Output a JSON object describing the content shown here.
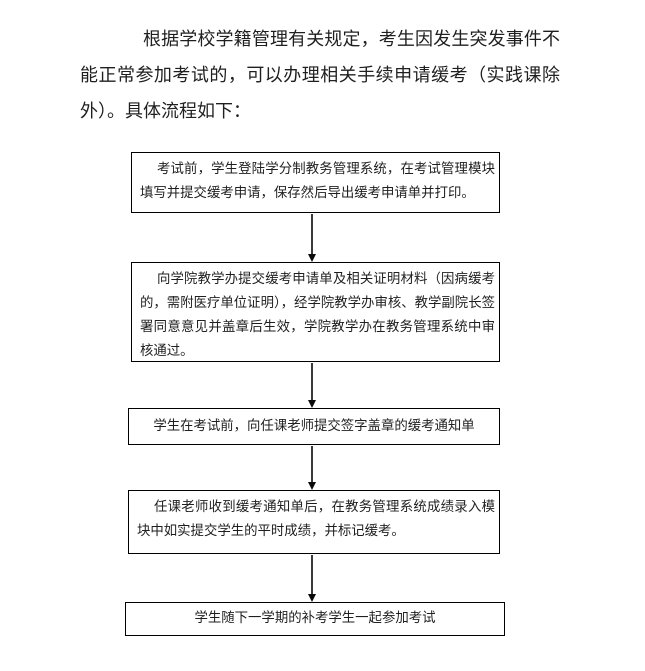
{
  "colors": {
    "background": "#ffffff",
    "text": "#1f1f1f",
    "box_border": "#000000",
    "arrow": "#3a3a3a"
  },
  "document": {
    "intro": "根据学校学籍管理有关规定，考生因发生突发事件不能正常参加考试的，可以办理相关手续申请缓考（实践课除外）。具体流程如下："
  },
  "flowchart": {
    "steps": [
      "考试前，学生登陆学分制教务管理系统，在考试管理模块填写并提交缓考申请，保存然后导出缓考申请单并打印。",
      "向学院教学办提交缓考申请单及相关证明材料（因病缓考的，需附医疗单位证明），经学院教学办审核、教学副院长签署同意意见并盖章后生效，学院教学办在教务管理系统中审核通过。",
      "学生在考试前，向任课老师提交签字盖章的缓考通知单",
      "任课老师收到缓考通知单后，在教务管理系统成绩录入模块中如实提交学生的平时成绩，并标记缓考。",
      "学生随下一学期的补考学生一起参加考试"
    ]
  }
}
